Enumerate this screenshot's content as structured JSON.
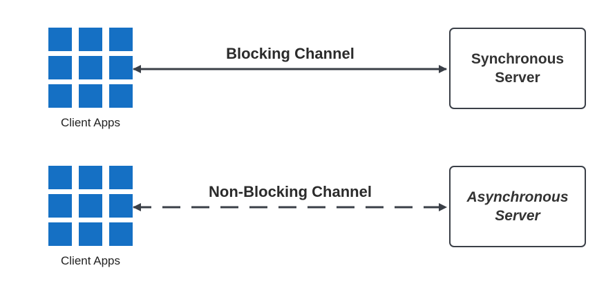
{
  "rows": [
    {
      "client_caption": "Client Apps",
      "channel_label": "Blocking Channel",
      "channel_style": "solid",
      "server_label": "Synchronous Server",
      "server_italic": false
    },
    {
      "client_caption": "Client Apps",
      "channel_label": "Non-Blocking Channel",
      "channel_style": "dashed",
      "server_label": "Asynchronous Server",
      "server_italic": true
    }
  ],
  "colors": {
    "client_icon": "#1570c4",
    "connector": "#3a3f47",
    "box_border": "#3a3f47"
  },
  "icons": {
    "client": "grid-apps-icon"
  }
}
